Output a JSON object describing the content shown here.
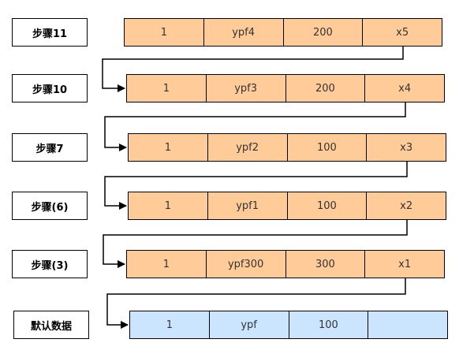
{
  "rows": [
    {
      "label": "步骤11",
      "cells": [
        "1",
        "ypf4",
        "200",
        "x5"
      ],
      "kind": "orange"
    },
    {
      "label": "步骤10",
      "cells": [
        "1",
        "ypf3",
        "200",
        "x4"
      ],
      "kind": "orange"
    },
    {
      "label": "步骤7",
      "cells": [
        "1",
        "ypf2",
        "100",
        "x3"
      ],
      "kind": "orange"
    },
    {
      "label": "步骤(6)",
      "cells": [
        "1",
        "ypf1",
        "100",
        "x2"
      ],
      "kind": "orange"
    },
    {
      "label": "步骤(3)",
      "cells": [
        "1",
        "ypf300",
        "300",
        "x1"
      ],
      "kind": "orange"
    },
    {
      "label": "默认数据",
      "cells": [
        "1",
        "ypf",
        "100",
        ""
      ],
      "kind": "blue"
    }
  ],
  "colors": {
    "orange_fill": "#ffcc99",
    "blue_fill": "#cce5ff",
    "stroke": "#000000"
  }
}
